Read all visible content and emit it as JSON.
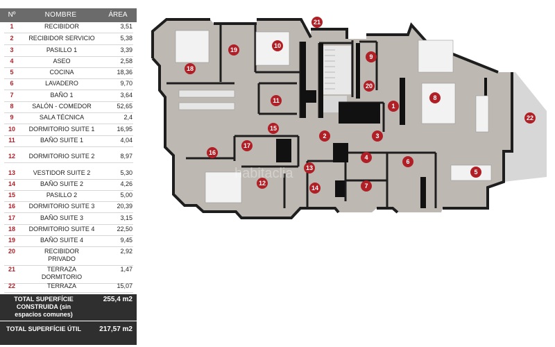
{
  "table": {
    "header": {
      "num": "Nº",
      "name": "NOMBRE",
      "area": "ÁREA"
    },
    "rows": [
      {
        "num": "1",
        "name": "RECIBIDOR",
        "area": "3,51"
      },
      {
        "num": "2",
        "name": "RECIBIDOR SERVICIO",
        "area": "5,38"
      },
      {
        "num": "3",
        "name": "PASILLO 1",
        "area": "3,39"
      },
      {
        "num": "4",
        "name": "ASEO",
        "area": "2,58"
      },
      {
        "num": "5",
        "name": "COCINA",
        "area": "18,36"
      },
      {
        "num": "6",
        "name": "LAVADERO",
        "area": "9,70"
      },
      {
        "num": "7",
        "name": "BAÑO 1",
        "area": "3,64"
      },
      {
        "num": "8",
        "name": "SALÓN - COMEDOR",
        "area": "52,65"
      },
      {
        "num": "9",
        "name": "SALA TÉCNICA",
        "area": "2,4"
      },
      {
        "num": "10",
        "name": "DORMITORIO SUITE 1",
        "area": "16,95"
      },
      {
        "num": "11",
        "name": "BAÑO SUITE 1",
        "area": "4,04"
      },
      {
        "num": "12",
        "name": "DORMITORIO SUITE 2",
        "area": "8,97"
      },
      {
        "num": "13",
        "name": "VESTIDOR SUITE 2",
        "area": "5,30"
      },
      {
        "num": "14",
        "name": "BAÑO SUITE 2",
        "area": "4,26"
      },
      {
        "num": "15",
        "name": "PASILLO 2",
        "area": "5,00"
      },
      {
        "num": "16",
        "name": "DORMITORIO SUITE 3",
        "area": "20,39"
      },
      {
        "num": "17",
        "name": "BAÑO SUITE 3",
        "area": "3,15"
      },
      {
        "num": "18",
        "name": "DORMITORIO SUITE 4",
        "area": "22,50"
      },
      {
        "num": "19",
        "name": "BAÑO SUITE 4",
        "area": "9,45"
      },
      {
        "num": "20",
        "name": "RECIBIDOR PRIVADO",
        "area": "2,92"
      },
      {
        "num": "21",
        "name": "TERRAZA DORMITORIO",
        "area": "1,47"
      },
      {
        "num": "22",
        "name": "TERRAZA",
        "area": "15,07"
      }
    ],
    "totals": [
      {
        "label": "TOTAL SUPERFÍCIE CONSTRUIDA (sin espacios comunes)",
        "value": "255,4 m2"
      },
      {
        "label": "TOTAL SUPERFÍCIE ÚTIL",
        "value": "217,57 m2"
      }
    ]
  },
  "plan": {
    "watermark": "habitaclia",
    "colors": {
      "wall": "#1e1e1e",
      "floor": "#bdb8b2",
      "terrace": "#d7d7d7",
      "marker": "#b11f26",
      "furniture": "#f2f2f2"
    }
  }
}
